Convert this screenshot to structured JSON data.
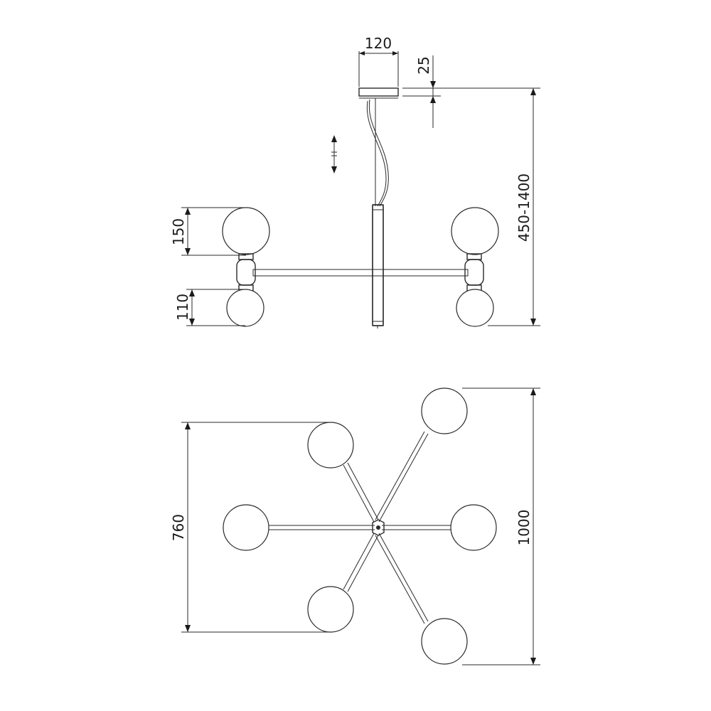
{
  "drawing": {
    "side_view": {
      "canopy_width": "120",
      "canopy_height": "25",
      "height_range": "450-1400",
      "large_globe": "150",
      "small_globe": "110"
    },
    "top_view": {
      "width": "760",
      "depth": "1000"
    }
  }
}
